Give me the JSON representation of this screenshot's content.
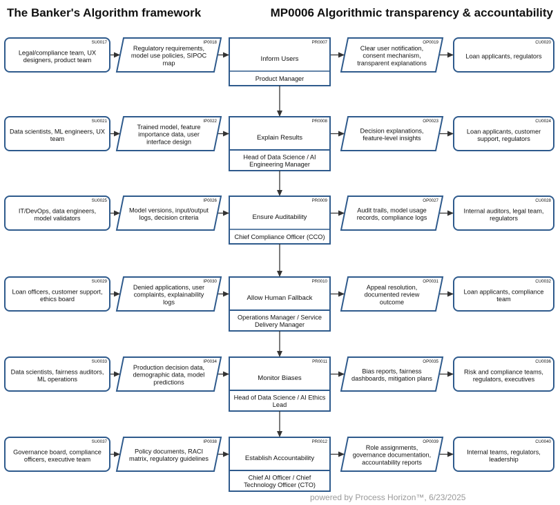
{
  "header": {
    "left_title": "The Banker's Algorithm framework",
    "right_title": "MP0006 Algorithmic transparency & accountability"
  },
  "colors": {
    "stroke": "#2e5a8c",
    "arrow": "#333333",
    "text": "#111111",
    "footer": "#9a9a9a"
  },
  "rows": [
    {
      "supplier": {
        "code": "SU0017",
        "lines": [
          "Legal/compliance team, UX",
          "designers, product team"
        ]
      },
      "input": {
        "code": "IP0018",
        "lines": [
          "Regulatory requirements,",
          "model use policies, SIPOC",
          "map"
        ]
      },
      "process": {
        "code": "PR0007",
        "title": "Inform Users",
        "owner_lines": [
          "Product Manager"
        ]
      },
      "output": {
        "code": "OP0019",
        "lines": [
          "Clear user notification,",
          "consent mechanism,",
          "transparent explanations"
        ]
      },
      "customer": {
        "code": "CU0020",
        "lines": [
          "Loan applicants, regulators"
        ]
      }
    },
    {
      "supplier": {
        "code": "SU0021",
        "lines": [
          "Data scientists, ML engineers, UX",
          "team"
        ]
      },
      "input": {
        "code": "IP0022",
        "lines": [
          "Trained model, feature",
          "importance data, user",
          "interface design"
        ]
      },
      "process": {
        "code": "PR0008",
        "title": "Explain Results",
        "owner_lines": [
          "Head of Data Science / AI",
          "Engineering Manager"
        ]
      },
      "output": {
        "code": "OP0023",
        "lines": [
          "Decision explanations,",
          "feature-level insights"
        ]
      },
      "customer": {
        "code": "CU0024",
        "lines": [
          "Loan applicants, customer",
          "support, regulators"
        ]
      }
    },
    {
      "supplier": {
        "code": "SU0025",
        "lines": [
          "IT/DevOps, data engineers,",
          "model validators"
        ]
      },
      "input": {
        "code": "IP0026",
        "lines": [
          "Model versions, input/output",
          "logs, decision criteria"
        ]
      },
      "process": {
        "code": "PR0009",
        "title": "Ensure Auditability",
        "owner_lines": [
          "Chief Compliance Officer (CCO)"
        ]
      },
      "output": {
        "code": "OP0027",
        "lines": [
          "Audit trails, model usage",
          "records, compliance logs"
        ]
      },
      "customer": {
        "code": "CU0028",
        "lines": [
          "Internal auditors, legal team,",
          "regulators"
        ]
      }
    },
    {
      "supplier": {
        "code": "SU0029",
        "lines": [
          "Loan officers, customer support,",
          "ethics board"
        ]
      },
      "input": {
        "code": "IP0030",
        "lines": [
          "Denied applications, user",
          "complaints, explainability",
          "logs"
        ]
      },
      "process": {
        "code": "PR0010",
        "title": "Allow Human Fallback",
        "owner_lines": [
          "Operations Manager / Service",
          "Delivery Manager"
        ]
      },
      "output": {
        "code": "OP0031",
        "lines": [
          "Appeal resolution,",
          "documented review",
          "outcome"
        ]
      },
      "customer": {
        "code": "CU0032",
        "lines": [
          "Loan applicants, compliance",
          "team"
        ]
      }
    },
    {
      "supplier": {
        "code": "SU0033",
        "lines": [
          "Data scientists, fairness auditors,",
          "ML operations"
        ]
      },
      "input": {
        "code": "IP0034",
        "lines": [
          "Production decision data,",
          "demographic data, model",
          "predictions"
        ]
      },
      "process": {
        "code": "PR0011",
        "title": "Monitor Biases",
        "owner_lines": [
          "Head of Data Science / AI Ethics",
          "Lead"
        ]
      },
      "output": {
        "code": "OP0035",
        "lines": [
          "Bias reports, fairness",
          "dashboards, mitigation plans"
        ]
      },
      "customer": {
        "code": "CU0036",
        "lines": [
          "Risk and compliance teams,",
          "regulators, executives"
        ]
      }
    },
    {
      "supplier": {
        "code": "SU0037",
        "lines": [
          "Governance board, compliance",
          "officers, executive team"
        ]
      },
      "input": {
        "code": "IP0038",
        "lines": [
          "Policy documents, RACI",
          "matrix, regulatory guidelines"
        ]
      },
      "process": {
        "code": "PR0012",
        "title": "Establish Accountability",
        "owner_lines": [
          "Chief AI Officer / Chief",
          "Technology Officer (CTO)"
        ]
      },
      "output": {
        "code": "OP0039",
        "lines": [
          "Role assignments,",
          "governance documentation,",
          "accountability reports"
        ]
      },
      "customer": {
        "code": "CU0040",
        "lines": [
          "Internal teams, regulators,",
          "leadership"
        ]
      }
    }
  ],
  "footer": "powered by Process Horizon™, 6/23/2025"
}
